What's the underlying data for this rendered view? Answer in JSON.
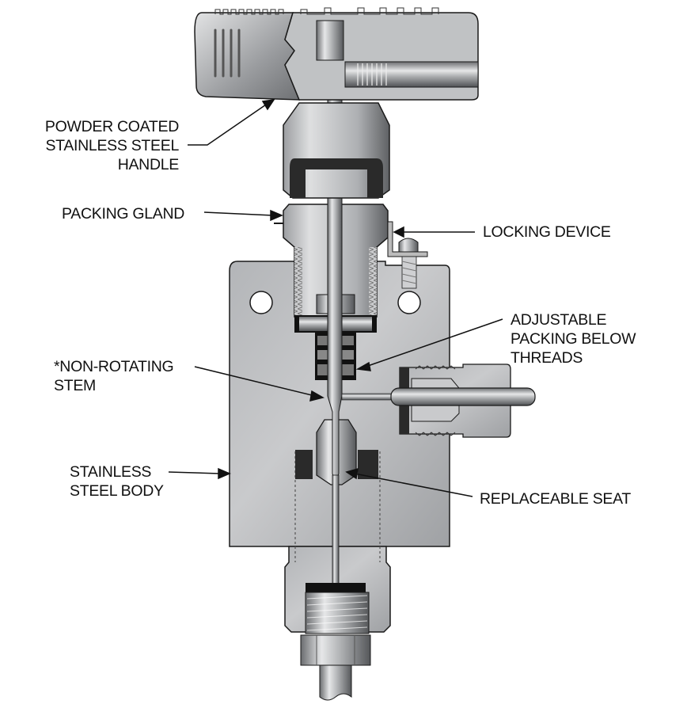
{
  "diagram": {
    "title": "Needle valve cutaway",
    "callouts": {
      "handle": {
        "lines": [
          "POWDER COATED",
          "STAINLESS STEEL",
          "HANDLE"
        ]
      },
      "packing_gland": {
        "lines": [
          "PACKING GLAND"
        ]
      },
      "locking_device": {
        "lines": [
          "LOCKING DEVICE"
        ]
      },
      "adjustable_packing": {
        "lines": [
          "ADJUSTABLE",
          "PACKING BELOW",
          "THREADS"
        ]
      },
      "non_rotating_stem": {
        "lines": [
          "*NON-ROTATING",
          "STEM"
        ]
      },
      "body": {
        "lines": [
          "STAINLESS",
          "STEEL BODY"
        ]
      },
      "seat": {
        "lines": [
          "REPLACEABLE SEAT"
        ]
      }
    },
    "colors": {
      "metal_light": "#d4d5d7",
      "metal_mid": "#a9abae",
      "metal_dark": "#5d5f62",
      "outline": "#1a1a1a",
      "packing": "#222222",
      "text": "#111111",
      "background": "#ffffff"
    }
  }
}
